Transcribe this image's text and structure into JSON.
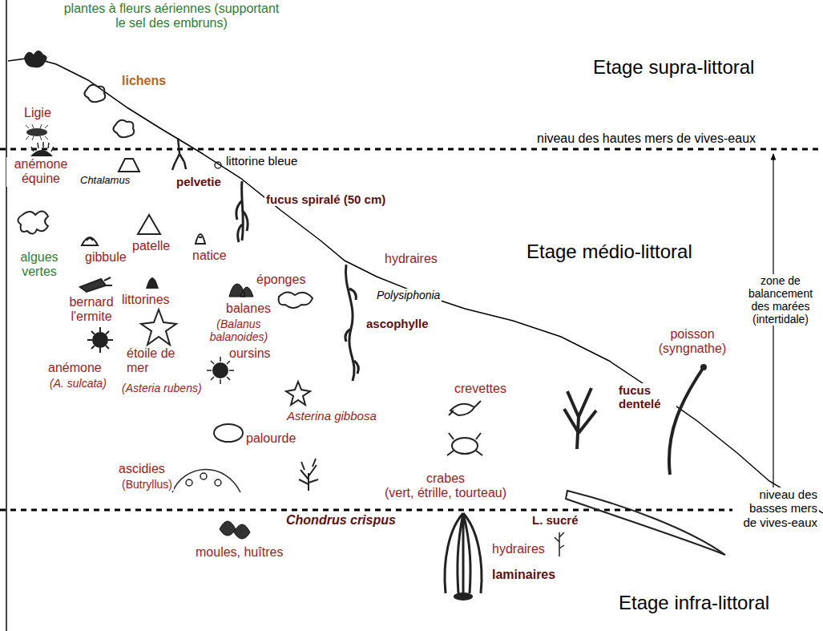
{
  "diagram": {
    "labels": [
      "plantes à fleurs aériennes (supportant le sel des embruns)",
      "lichens",
      "Etage supra-littoral",
      "Ligie",
      "niveau des hautes mers de vives-eaux",
      "anémone équine",
      "littorine bleue",
      "Chtalamus",
      "pelvetie",
      "fucus spiralé (50 cm)",
      "Etage médio-littoral",
      "algues vertes",
      "gibbule",
      "patelle",
      "natice",
      "hydraires",
      "Polysiphonia",
      "zone de balancement des marées (intertidale)",
      "bernard l'ermite",
      "littorines",
      "balanes",
      "(Balanus balanoides)",
      "éponges",
      "ascophylle",
      "oursins",
      "étoile de mer",
      "(Asteria rubens)",
      "anémone",
      "(A. sulcata)",
      "Asterina gibbosa",
      "crevettes",
      "fucus dentelé",
      "poisson (syngnathe)",
      "palourde",
      "ascidies",
      "(Butryllus)",
      "crabes",
      "(vert, étrille, tourteau)",
      "niveau des basses mers de vives-eaux",
      "Chondrus crispus",
      "moules, huîtres",
      "L. sucré",
      "hydraires",
      "laminaires",
      "Etage infra-littoral"
    ]
  }
}
